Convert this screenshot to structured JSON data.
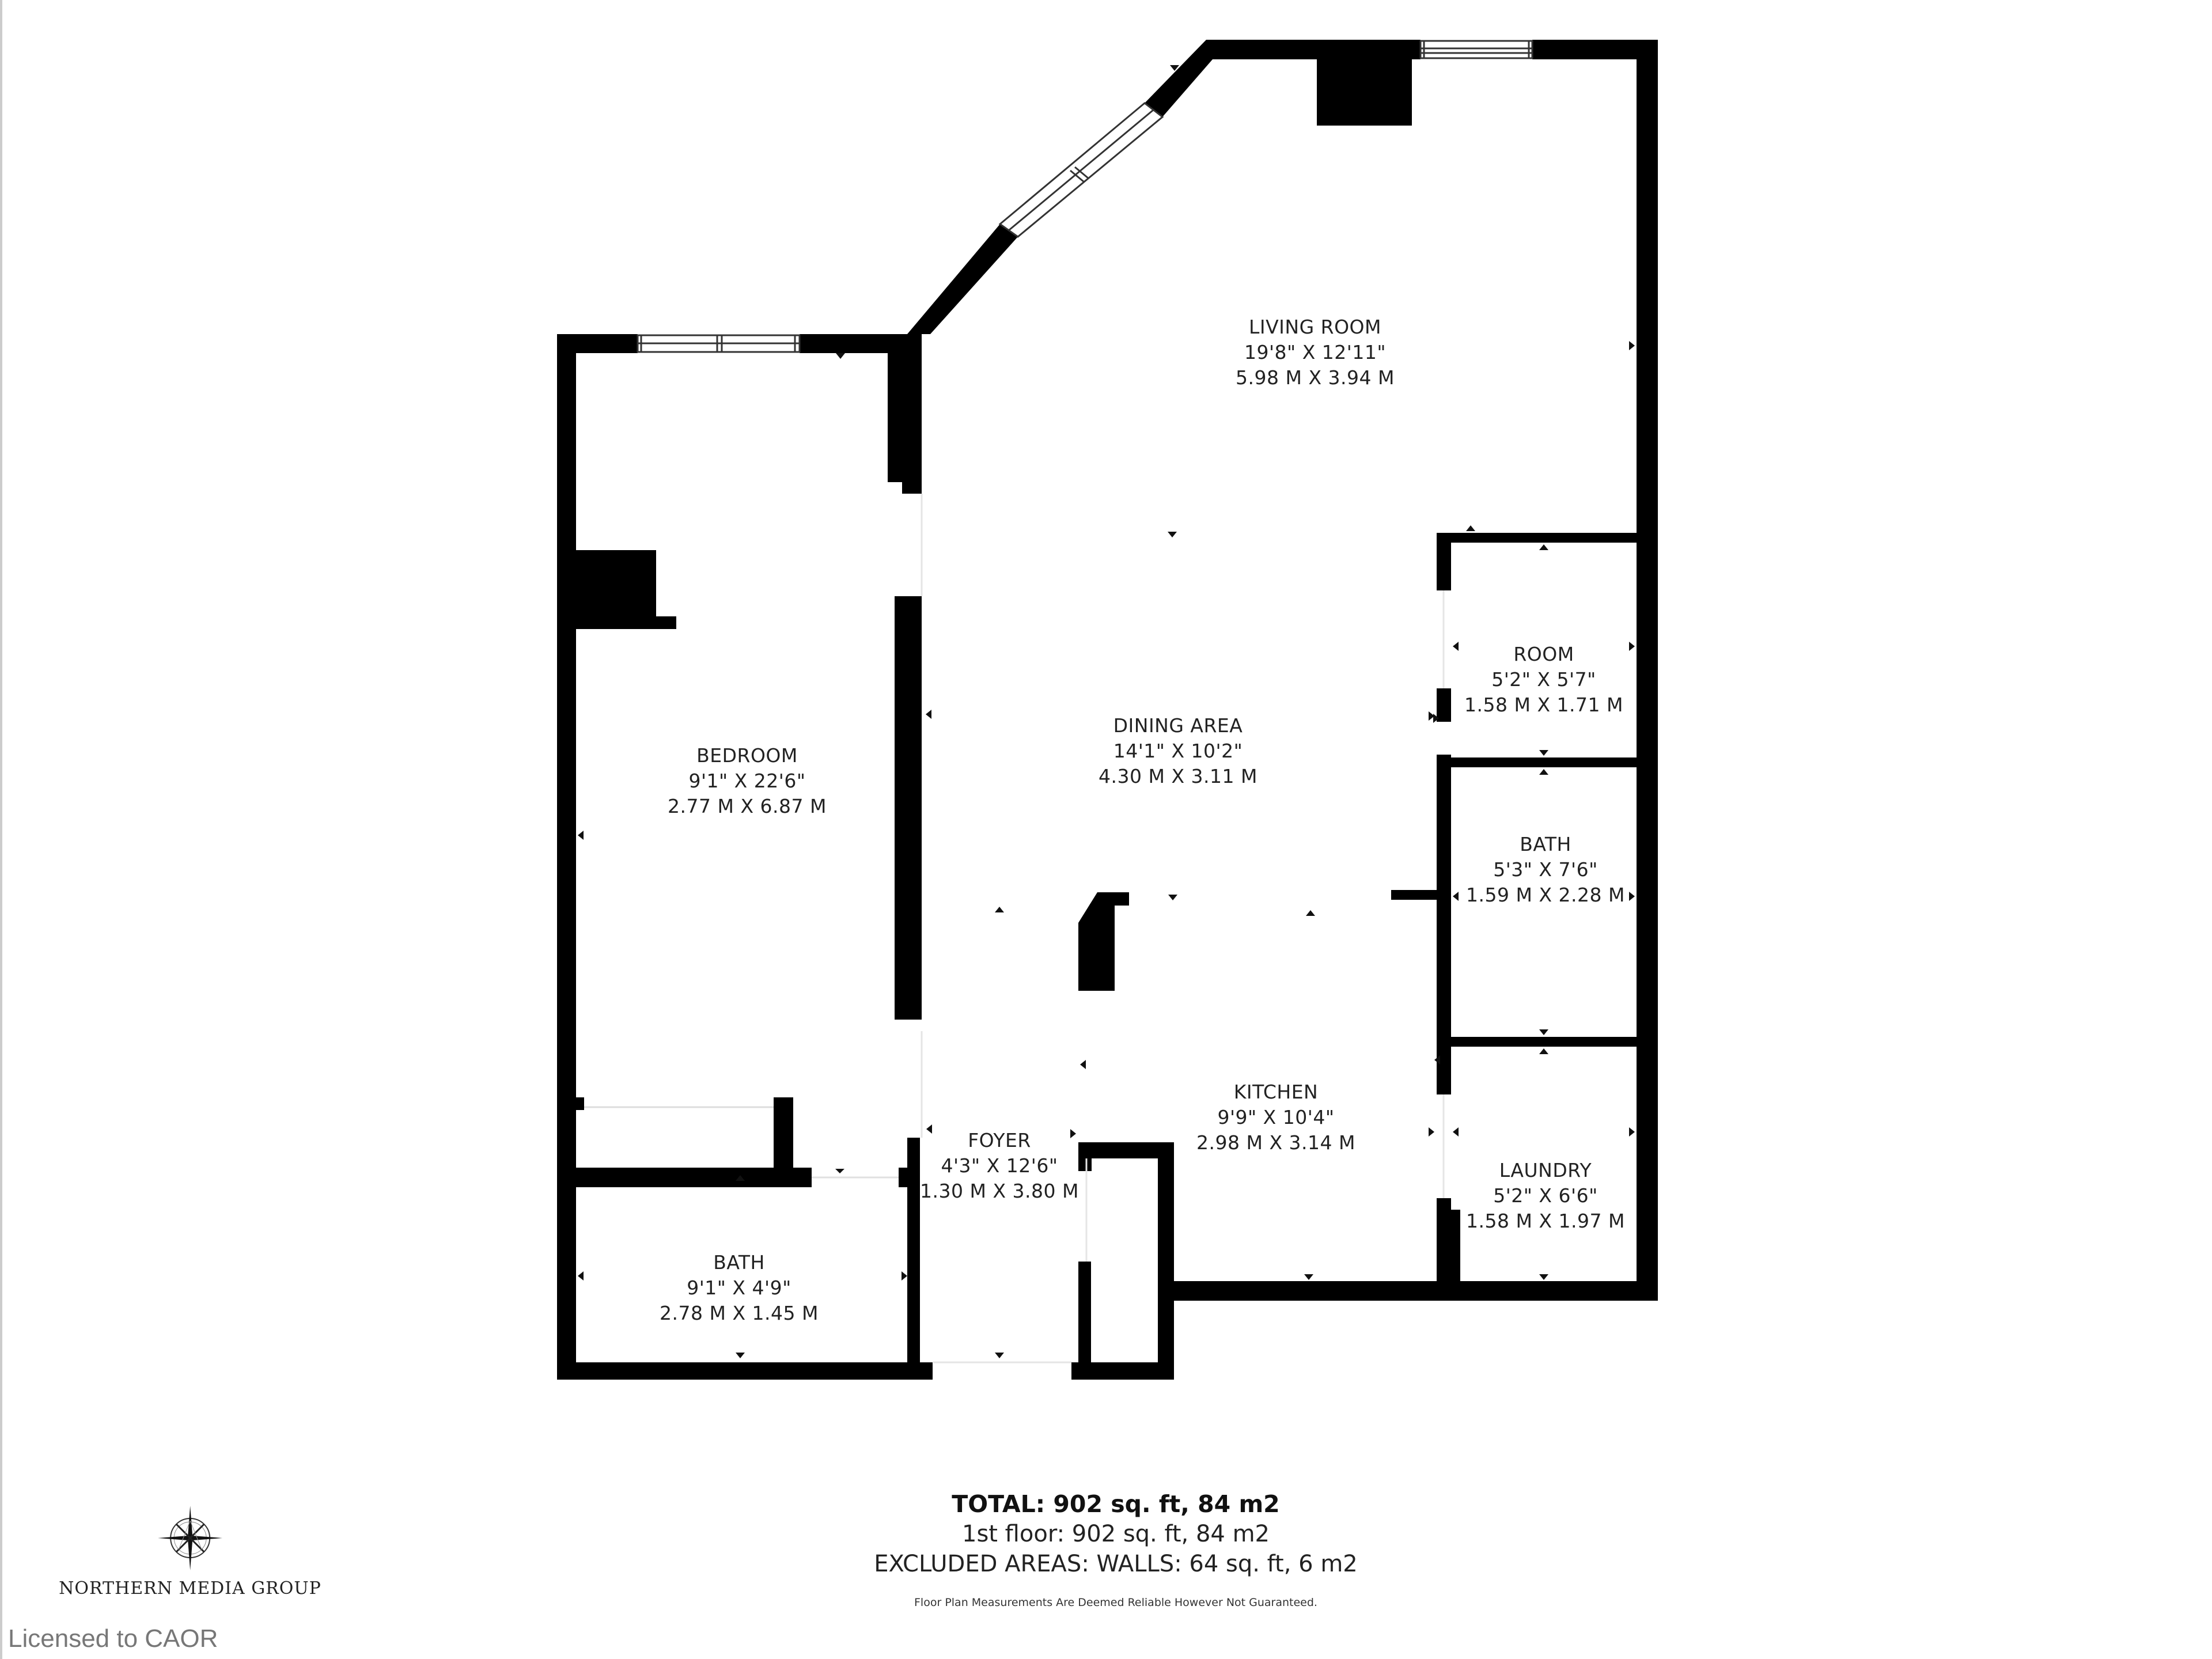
{
  "rooms": [
    {
      "name": "LIVING ROOM",
      "imperial": "19'8\" X 12'11\"",
      "metric": "5.98 M X 3.94 M"
    },
    {
      "name": "DINING AREA",
      "imperial": "14'1\" X 10'2\"",
      "metric": "4.30 M X 3.11 M"
    },
    {
      "name": "BEDROOM",
      "imperial": "9'1\" X 22'6\"",
      "metric": "2.77 M X 6.87 M"
    },
    {
      "name": "ROOM",
      "imperial": "5'2\" X 5'7\"",
      "metric": "1.58 M X 1.71 M"
    },
    {
      "name": "BATH",
      "imperial": "5'3\" X 7'6\"",
      "metric": "1.59 M X 2.28 M"
    },
    {
      "name": "KITCHEN",
      "imperial": "9'9\" X 10'4\"",
      "metric": "2.98 M X 3.14 M"
    },
    {
      "name": "FOYER",
      "imperial": "4'3\" X 12'6\"",
      "metric": "1.30 M X 3.80 M"
    },
    {
      "name": "LAUNDRY",
      "imperial": "5'2\" X 6'6\"",
      "metric": "1.58 M X 1.97 M"
    },
    {
      "name": "BATH",
      "imperial": "9'1\" X 4'9\"",
      "metric": "2.78 M X 1.45 M"
    }
  ],
  "summary": {
    "total": "TOTAL: 902 sq. ft, 84 m2",
    "floor": "1st floor: 902 sq. ft, 84 m2",
    "excluded": "EXCLUDED AREAS: WALLS: 64 sq. ft, 6 m2",
    "disclaimer": "Floor Plan Measurements Are Deemed Reliable However Not Guaranteed."
  },
  "branding": {
    "logo_icon": "compass-rose-icon",
    "company": "NORTHERN MEDIA GROUP",
    "license": "Licensed to CAOR"
  },
  "colors": {
    "wall": "#000000",
    "background": "#ffffff",
    "text": "#222222",
    "license_text": "#777777"
  }
}
